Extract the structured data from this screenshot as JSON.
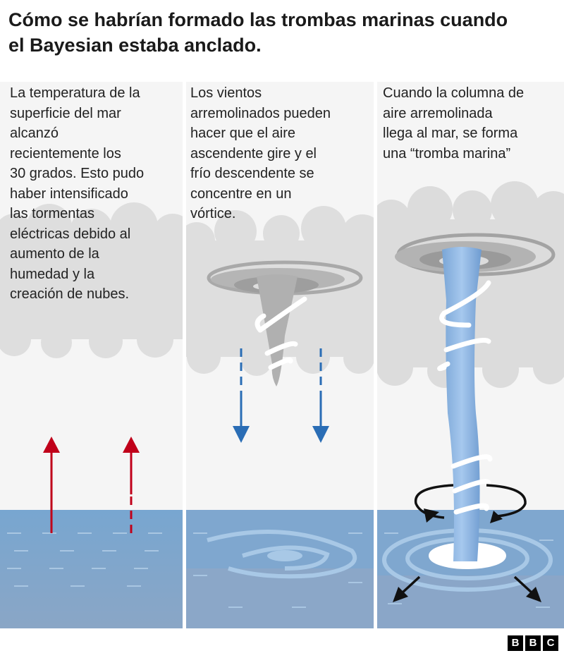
{
  "title": {
    "line1": "Cómo se habrían formado  las trombas marinas cuando",
    "line2": "el Bayesian estaba anclado."
  },
  "panels": [
    {
      "caption_lines": [
        "La temperatura de la",
        "superficie del mar",
        "alcanzó",
        "recientemente los",
        "30 grados. Esto pudo",
        "haber intensificado",
        "las tormentas",
        "eléctricas debido al",
        "aumento de la",
        "humedad y la",
        "creación de nubes."
      ],
      "arrows": "rising-warm-air-red"
    },
    {
      "caption_lines": [
        "Los vientos",
        "arremolinados pueden",
        "hacer que el aire",
        "ascendente gire y el",
        "frío descendente se",
        "concentre en un",
        "vórtice."
      ],
      "arrows": "descending-cold-air-blue"
    },
    {
      "caption_lines": [
        "Cuando la columna de",
        "aire arremolinada",
        "llega al mar, se forma",
        "una “tromba marina”"
      ],
      "arrows": "rotation-and-outflow-black"
    }
  ],
  "logo": {
    "letters": [
      "B",
      "B",
      "C"
    ]
  },
  "colors": {
    "background": "#f5f5f5",
    "cloud": "#dcdcdc",
    "sea": "#7fa7cc",
    "sea_deep": "#8fa9c9",
    "warm_arrow": "#c0001a",
    "cold_arrow": "#2a6db5",
    "vortex": "#bdbdbd",
    "waterspout": "#8bb4df"
  }
}
